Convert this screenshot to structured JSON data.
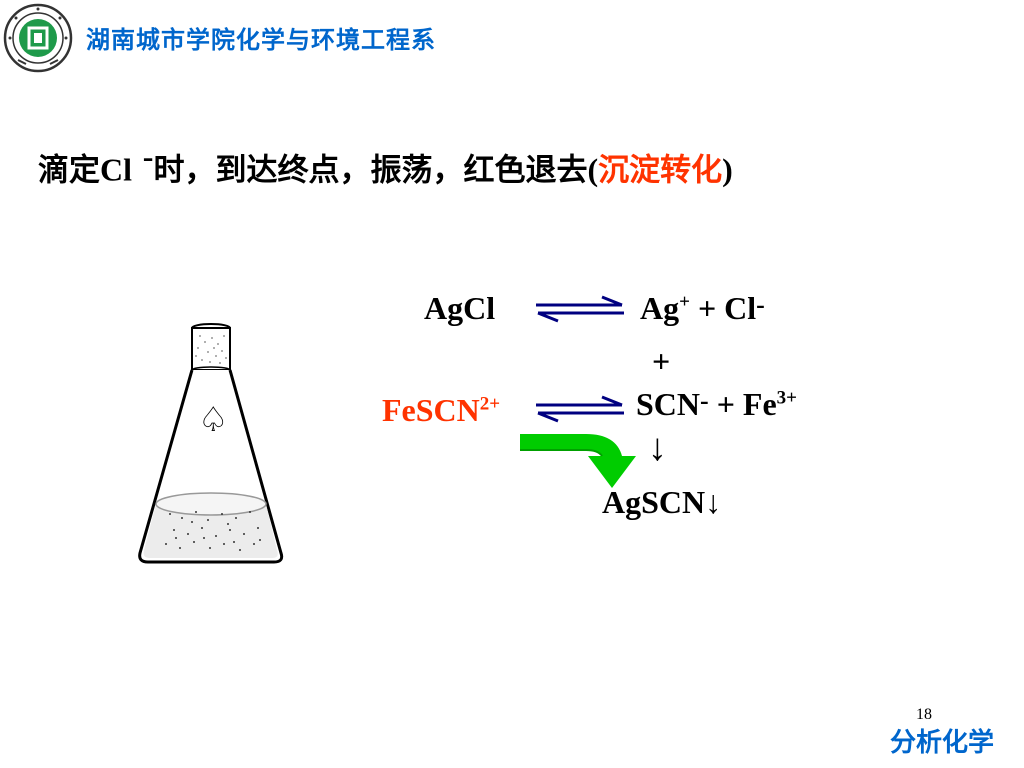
{
  "header": {
    "school": "湖南城市学院化学与环境工程系"
  },
  "slide": {
    "title_prefix": "滴定",
    "title_cl": "Cl",
    "title_cl_charge": "-",
    "title_rest": "时，到达终点，振荡，红色退去",
    "title_paren_open": "(",
    "title_emphasis": "沉淀转化",
    "title_paren_close": ")"
  },
  "equations": {
    "agcl": "AgCl",
    "ag": "Ag",
    "ag_charge": "+",
    "plus1": "+",
    "cl": "Cl",
    "cl_charge": "-",
    "plus_mid": "+",
    "fescn": "FeSCN",
    "fescn_charge": "2+",
    "scn": "SCN",
    "scn_charge": "-",
    "plus2": "+",
    "fe": "Fe",
    "fe_charge": "3+",
    "down_arrow": "↓",
    "agscn": "AgSCN",
    "agscn_arrow": "↓"
  },
  "flask_symbol": "♤",
  "colors": {
    "header_blue": "#0066CC",
    "emphasis_red": "#FF3300",
    "arrow_navy": "#000080",
    "green_arrow": "#00CC00"
  },
  "footer": {
    "page_number": "18",
    "course": "分析化学"
  }
}
